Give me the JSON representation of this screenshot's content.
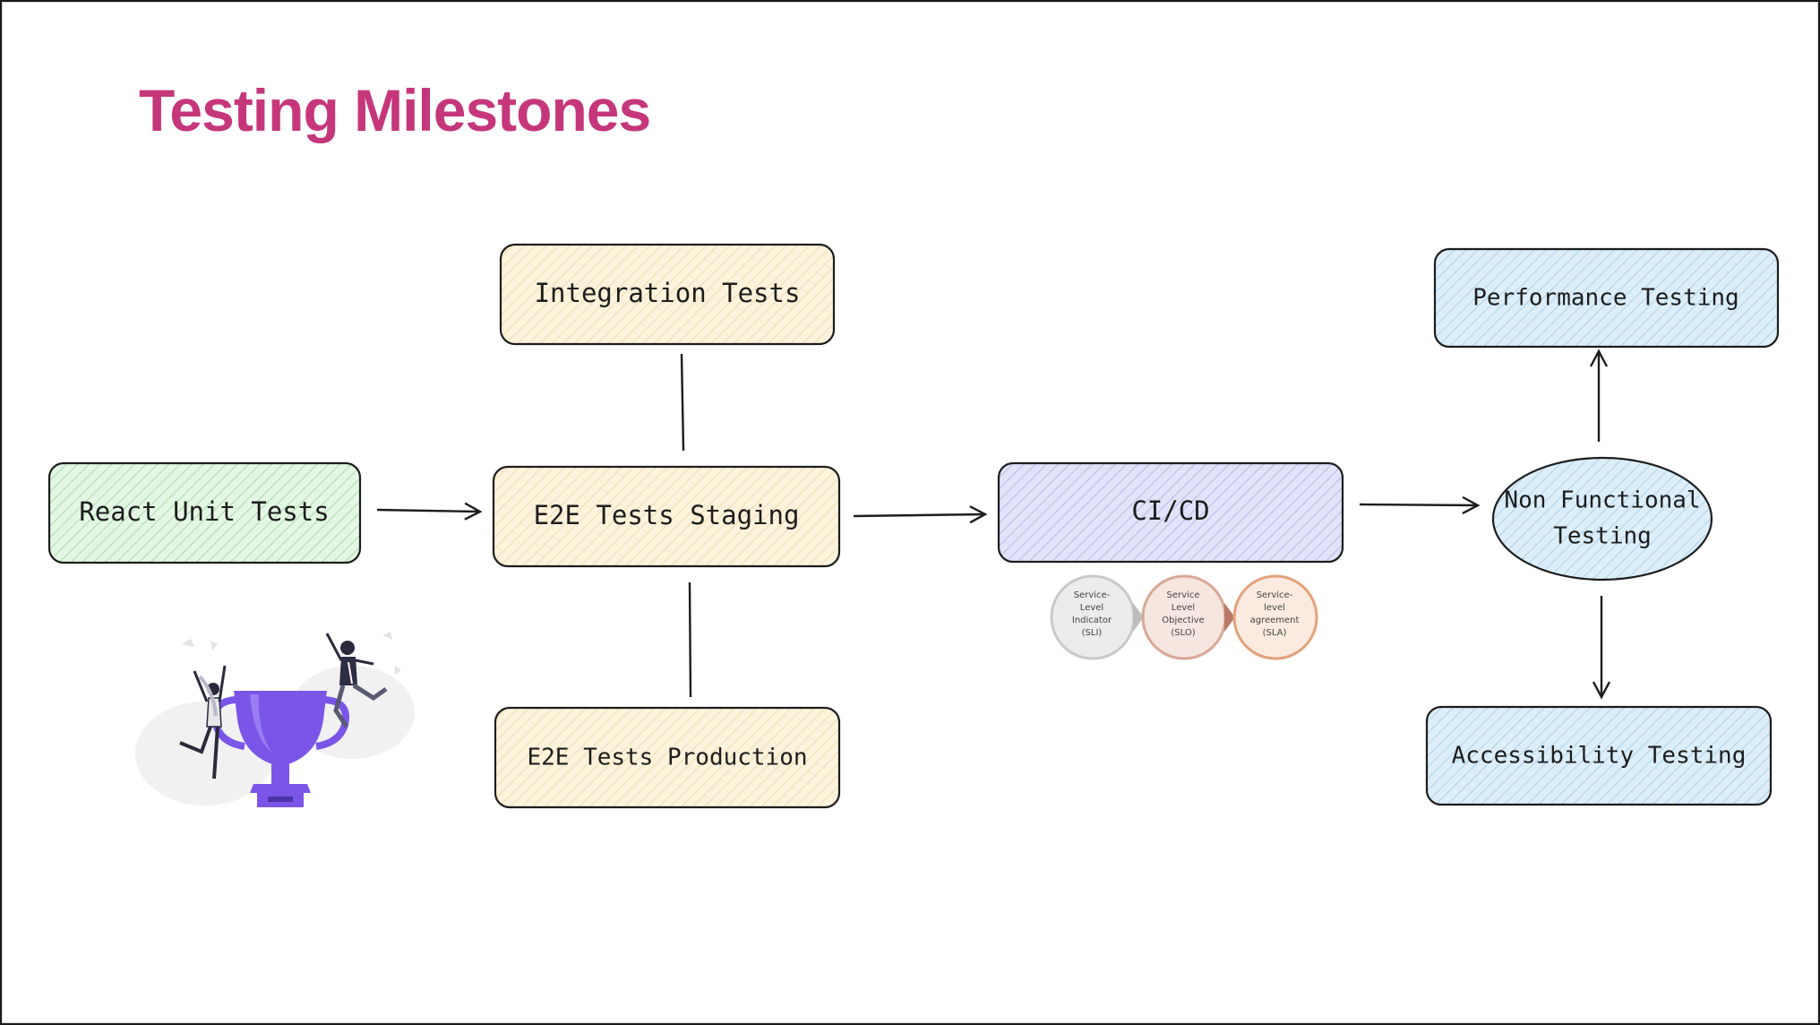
{
  "title": "Testing Milestones",
  "colors": {
    "title": "#c5377a",
    "green_node": "#dff5df",
    "yellow_node": "#fbf0d6",
    "purple_node": "#dcdcf7",
    "blue_node": "#d9ecf8",
    "trophy": "#7a55e8"
  },
  "nodes": {
    "react_unit": "React Unit Tests",
    "integration": "Integration Tests",
    "e2e_staging": "E2E Tests Staging",
    "e2e_production": "E2E Tests Production",
    "cicd": "CI/CD",
    "non_functional_line1": "Non Functional",
    "non_functional_line2": "Testing",
    "performance": "Performance Testing",
    "accessibility": "Accessibility Testing"
  },
  "service_levels": [
    {
      "line1": "Service-",
      "line2": "Level",
      "line3": "Indicator",
      "line4": "(SLI)"
    },
    {
      "line1": "Service",
      "line2": "Level",
      "line3": "Objective",
      "line4": "(SLO)"
    },
    {
      "line1": "Service-",
      "line2": "level",
      "line3": "agreement",
      "line4": "(SLA)"
    }
  ],
  "illustration": "trophy-celebration"
}
